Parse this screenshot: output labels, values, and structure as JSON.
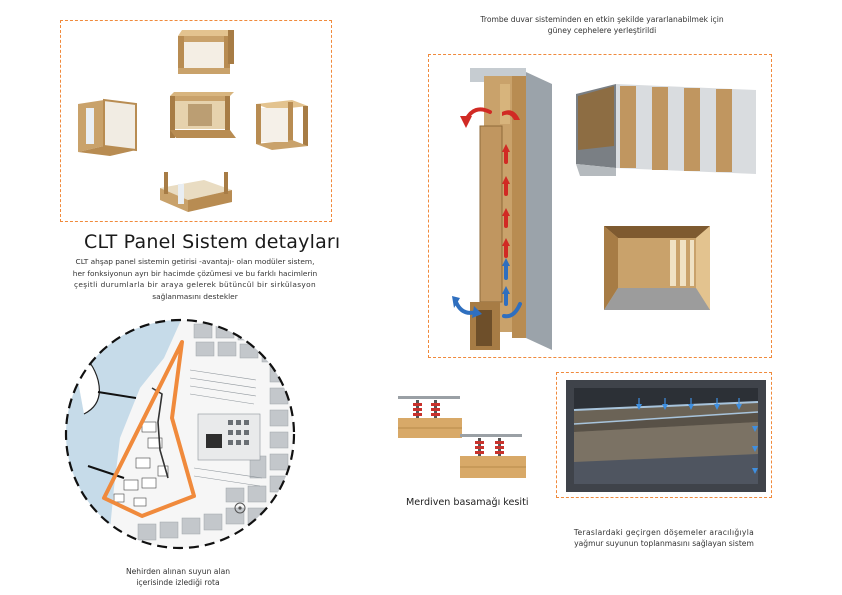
{
  "header": {
    "trombe_line1": "Trombe duvar sisteminden en etkin şekilde yararlanabilmek için",
    "trombe_line2": "güney cephelere yerleştirildi"
  },
  "clt": {
    "title": "CLT Panel Sistem detayları",
    "paragraph_lines": [
      "CLT ahşap panel sistemin getirisi -avantajı- olan modüler sistem,",
      "her fonksiyonun ayrı bir hacimde çözümesi ve bu farklı hacimlerin",
      "çeşitli durumlarla bir araya gelerek bütüncül bir sirkülasyon",
      "sağlanmasını destekler"
    ]
  },
  "map": {
    "caption_line1": "Nehirden alınan suyun alan",
    "caption_line2": "içerisinde izlediği rota"
  },
  "stair": {
    "caption": "Merdiven basamağı kesiti"
  },
  "terrace": {
    "caption_line1": "Teraslardaki geçirgen döşemeler aracılığıyla",
    "caption_line2": "yağmur suyunun toplanmasını sağlayan sistem"
  },
  "colors": {
    "accent_orange": "#f08a3c",
    "wood": "#c9a26b",
    "wood_dark": "#a77c45",
    "arrow_red": "#d12a24",
    "arrow_blue": "#2f6fbf",
    "river_blue": "#c6dbe9",
    "concrete": "#cfd4d8"
  }
}
